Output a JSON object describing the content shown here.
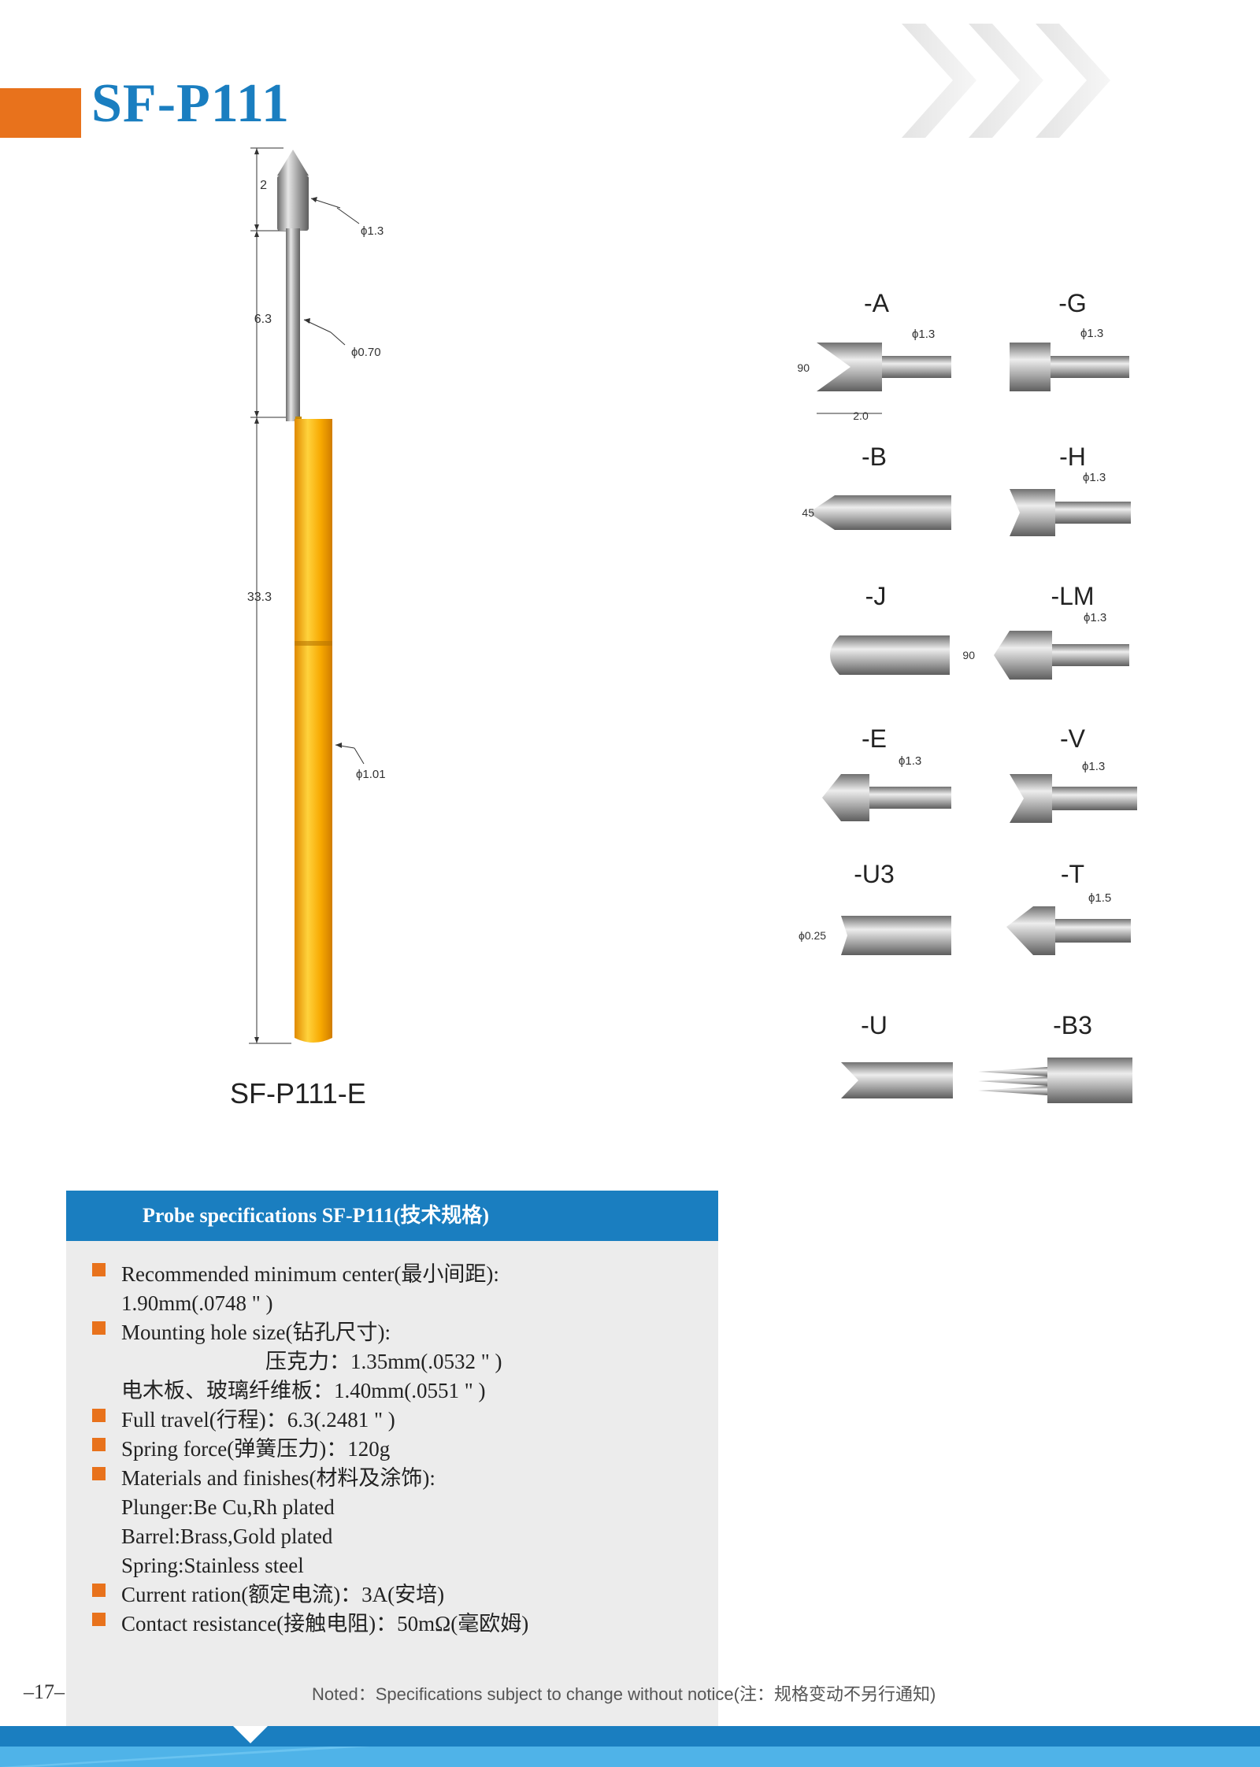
{
  "title": "SF-P111",
  "probe": {
    "name": "SF-P111-E",
    "dims": {
      "tip_length": "2",
      "plunger_length": "6.3",
      "total_length": "33.3",
      "tip_dia": "ϕ1.3",
      "plunger_dia": "ϕ0.70",
      "barrel_dia": "ϕ1.01"
    }
  },
  "variants": [
    {
      "label": "-A",
      "dia": "ϕ1.3",
      "angle": "90",
      "len": "2.0"
    },
    {
      "label": "-G",
      "dia": "ϕ1.3"
    },
    {
      "label": "-B",
      "angle": "45"
    },
    {
      "label": "-H",
      "dia": "ϕ1.3"
    },
    {
      "label": "-J"
    },
    {
      "label": "-LM",
      "dia": "ϕ1.3",
      "angle": "90"
    },
    {
      "label": "-E",
      "dia": "ϕ1.3"
    },
    {
      "label": "-V",
      "dia": "ϕ1.3"
    },
    {
      "label": "-U3",
      "dia": "ϕ0.25"
    },
    {
      "label": "-T",
      "dia": "ϕ1.5"
    },
    {
      "label": "-U"
    },
    {
      "label": "-B3"
    }
  ],
  "specs": {
    "header": "Probe specifications SF-P111(技术规格)",
    "items": [
      {
        "lines": [
          "Recommended minimum center(最小间距):",
          "1.90mm(.0748 \" )"
        ]
      },
      {
        "lines": [
          "Mounting hole size(钻孔尺寸):",
          "压克力：1.35mm(.0532 \" )",
          "电木板、玻璃纤维板：1.40mm(.0551 \" )"
        ]
      },
      {
        "lines": [
          "Full travel(行程)：6.3(.2481 \" )"
        ]
      },
      {
        "lines": [
          "Spring force(弹簧压力)：120g"
        ]
      },
      {
        "lines": [
          "Materials and finishes(材料及涂饰):",
          "Plunger:Be Cu,Rh plated",
          "Barrel:Brass,Gold plated",
          "Spring:Stainless steel"
        ]
      },
      {
        "lines": [
          "Current ration(额定电流)：3A(安培)"
        ]
      },
      {
        "lines": [
          "Contact resistance(接触电阻)：50mΩ(毫欧姆)"
        ]
      }
    ]
  },
  "page_number": "–17–",
  "footnote": "Noted：Specifications subject to change without notice(注：规格变动不另行通知)",
  "colors": {
    "accent_blue": "#1a7ec0",
    "accent_orange": "#e8721c",
    "barrel_gold": "#f5b00a",
    "metal": "#9a9a9a"
  }
}
